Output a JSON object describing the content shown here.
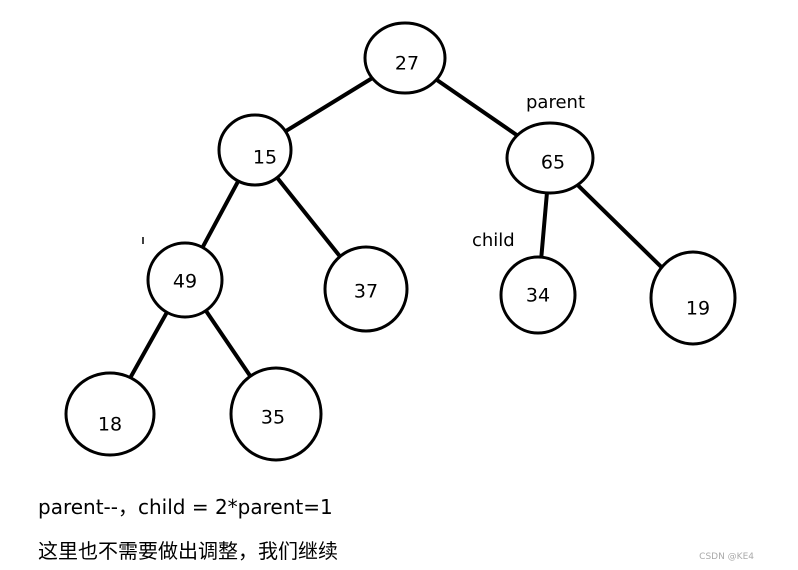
{
  "nodes": [
    {
      "id": "n27",
      "label": "27"
    },
    {
      "id": "n15",
      "label": "15"
    },
    {
      "id": "n65",
      "label": "65"
    },
    {
      "id": "n49",
      "label": "49"
    },
    {
      "id": "n37",
      "label": "37"
    },
    {
      "id": "n34",
      "label": "34"
    },
    {
      "id": "n19",
      "label": "19"
    },
    {
      "id": "n18",
      "label": "18"
    },
    {
      "id": "n35",
      "label": "35"
    }
  ],
  "edges": [
    {
      "from": "n27",
      "to": "n15"
    },
    {
      "from": "n27",
      "to": "n65"
    },
    {
      "from": "n15",
      "to": "n49"
    },
    {
      "from": "n15",
      "to": "n37"
    },
    {
      "from": "n65",
      "to": "n34"
    },
    {
      "from": "n65",
      "to": "n19"
    },
    {
      "from": "n49",
      "to": "n18"
    },
    {
      "from": "n49",
      "to": "n35"
    }
  ],
  "annotations": {
    "parent": "parent",
    "child": "child"
  },
  "caption": {
    "line1": "parent--，child = 2*parent=1",
    "line2": "这里也不需要做出调整，我们继续"
  },
  "watermark": "CSDN @KE4"
}
